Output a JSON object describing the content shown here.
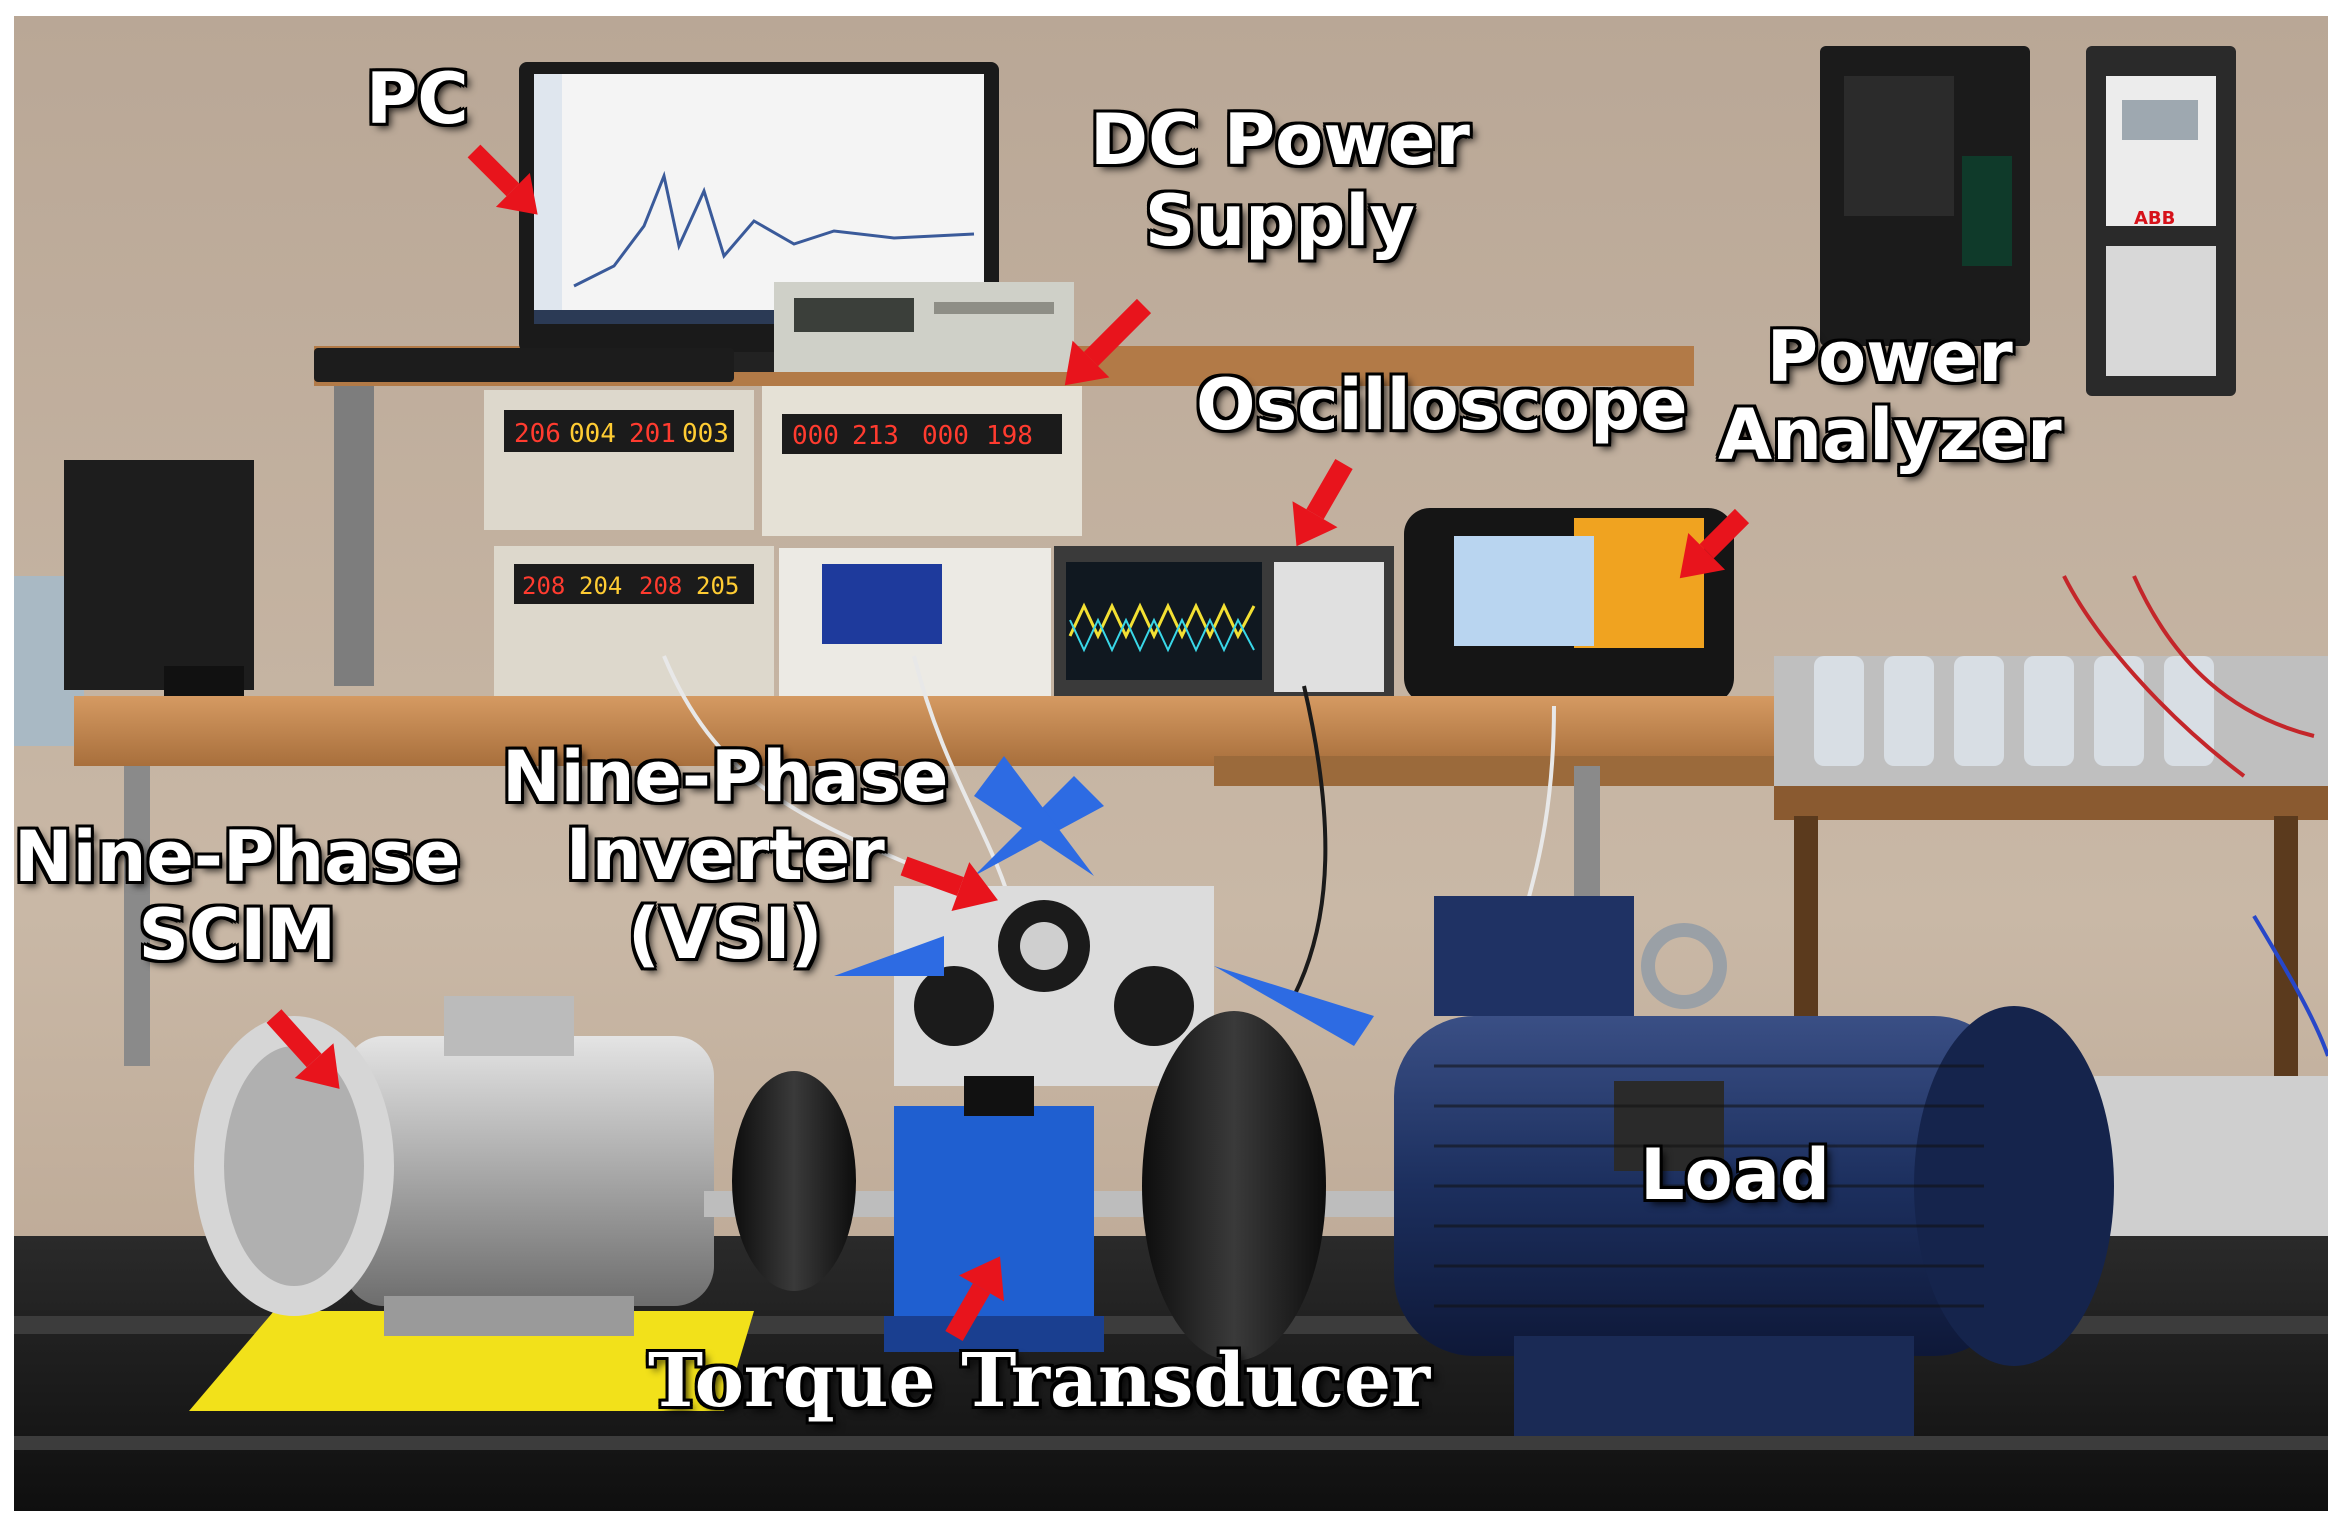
{
  "labels": {
    "pc": "PC",
    "dc_power_supply_line1": "DC Power",
    "dc_power_supply_line2": "Supply",
    "oscilloscope": "Oscilloscope",
    "power_analyzer_line1": "Power",
    "power_analyzer_line2": "Analyzer",
    "inverter_line1": "Nine-Phase",
    "inverter_line2": "Inverter",
    "inverter_line3": "(VSI)",
    "motor_line1": "Nine-Phase",
    "motor_line2": "SCIM",
    "load": "Load",
    "torque_transducer": "Torque Transducer"
  },
  "colors": {
    "arrow": "#e8141c",
    "wall": "#c4b3a2",
    "bench": "#c98a52",
    "motor_blue": "#1c2f5e",
    "transducer_blue": "#1f5fd0",
    "base_yellow": "#f2e11a"
  },
  "instrument_readouts": {
    "supply1_a": "206",
    "supply1_b": "004",
    "supply1_c": "201",
    "supply1_d": "003",
    "supply2_a": "000",
    "supply2_b": "213",
    "supply2_c": "000",
    "supply2_d": "198",
    "supply3_a": "208",
    "supply3_b": "204",
    "supply3_c": "208",
    "supply3_d": "205"
  },
  "brand": {
    "drive_logo": "ABB"
  }
}
